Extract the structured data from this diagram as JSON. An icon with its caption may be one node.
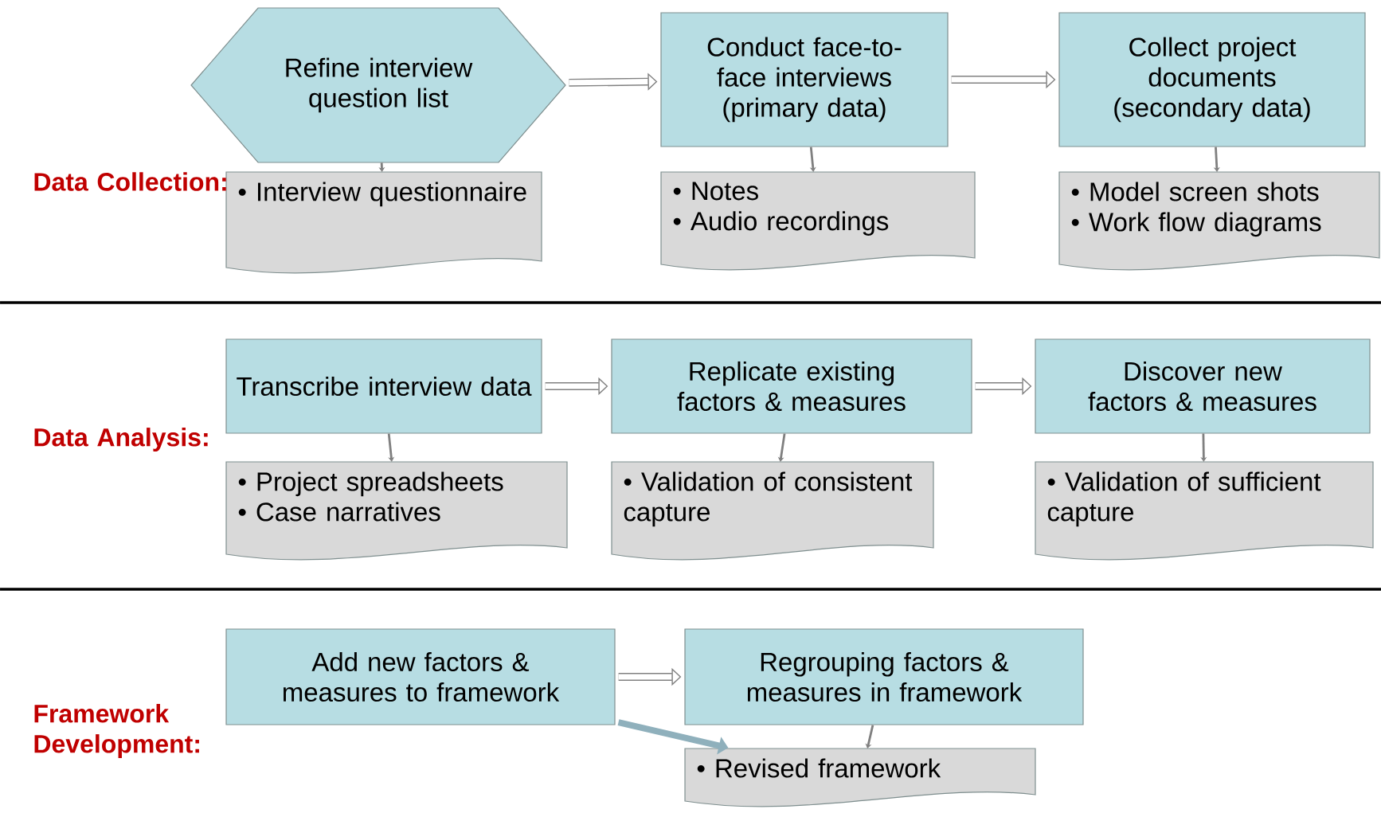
{
  "diagram": {
    "nodes": [
      {
        "text": [
          "Refine interview question list"
        ]
      },
      {
        "text": [
          "• Interview questionnaire"
        ]
      },
      {
        "text": [
          "Conduct face-to-face interviews (primary data)"
        ]
      },
      {
        "text": [
          "• Notes",
          "• Audio recordings"
        ]
      },
      {
        "text": [
          "Collect project documents (secondary data)"
        ]
      },
      {
        "text": [
          "• Model screen shots",
          "• Work flow diagrams"
        ]
      },
      {
        "text": [
          "Transcribe interview data"
        ]
      },
      {
        "text": [
          "• Project spreadsheets",
          "• Case narratives"
        ]
      },
      {
        "text": [
          "Replicate existing factors & measures"
        ]
      },
      {
        "text": [
          "• Validation of consistent capture"
        ]
      },
      {
        "text": [
          "Discover new factors & measures"
        ]
      },
      {
        "text": [
          "• Validation of sufficient capture"
        ]
      },
      {
        "text": [
          "Add new factors & measures to framework"
        ]
      },
      {
        "text": [
          "Regrouping factors & measures in framework"
        ]
      },
      {
        "text": [
          "• Revised framework"
        ]
      }
    ],
    "edges": [
      {
        "from": 0,
        "to": 2,
        "arrow": "to",
        "style": "thick"
      },
      {
        "from": 2,
        "to": 4,
        "arrow": "to",
        "style": "thick"
      },
      {
        "from": 0,
        "to": 1,
        "arrow": "to"
      },
      {
        "from": 2,
        "to": 3,
        "arrow": "to"
      },
      {
        "from": 4,
        "to": 5,
        "arrow": "to"
      },
      {
        "from": 6,
        "to": 8,
        "arrow": "to",
        "style": "thick"
      },
      {
        "from": 8,
        "to": 10,
        "arrow": "to",
        "style": "thick"
      },
      {
        "from": 6,
        "to": 7,
        "arrow": "to"
      },
      {
        "from": 8,
        "to": 9,
        "arrow": "to"
      },
      {
        "from": 10,
        "to": 11,
        "arrow": "to"
      },
      {
        "from": 12,
        "to": 13,
        "arrow": "to",
        "style": "thick"
      },
      {
        "from": 12,
        "to": 14,
        "arrow": "to",
        "style": "thick",
        "color": "#8fb0bc"
      },
      {
        "from": 13,
        "to": 14,
        "arrow": "to"
      }
    ],
    "labels": [
      "Data Collection:",
      "Data Analysis:",
      "Framework Development:"
    ]
  }
}
